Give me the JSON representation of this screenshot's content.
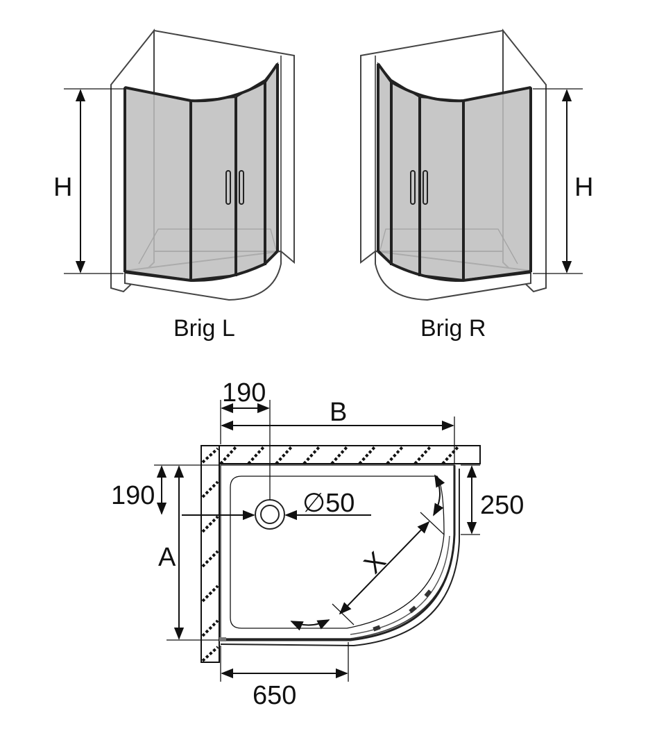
{
  "cabins": {
    "left": {
      "caption": "Brig L",
      "height_label": "H"
    },
    "right": {
      "caption": "Brig R",
      "height_label": "H"
    }
  },
  "plan": {
    "width_label": "B",
    "depth_label": "A",
    "drain_offset_top": "190",
    "drain_offset_side": "190",
    "drain_diameter": "∅50",
    "side_segment": "250",
    "front_segment": "650",
    "opening_label": "X"
  }
}
